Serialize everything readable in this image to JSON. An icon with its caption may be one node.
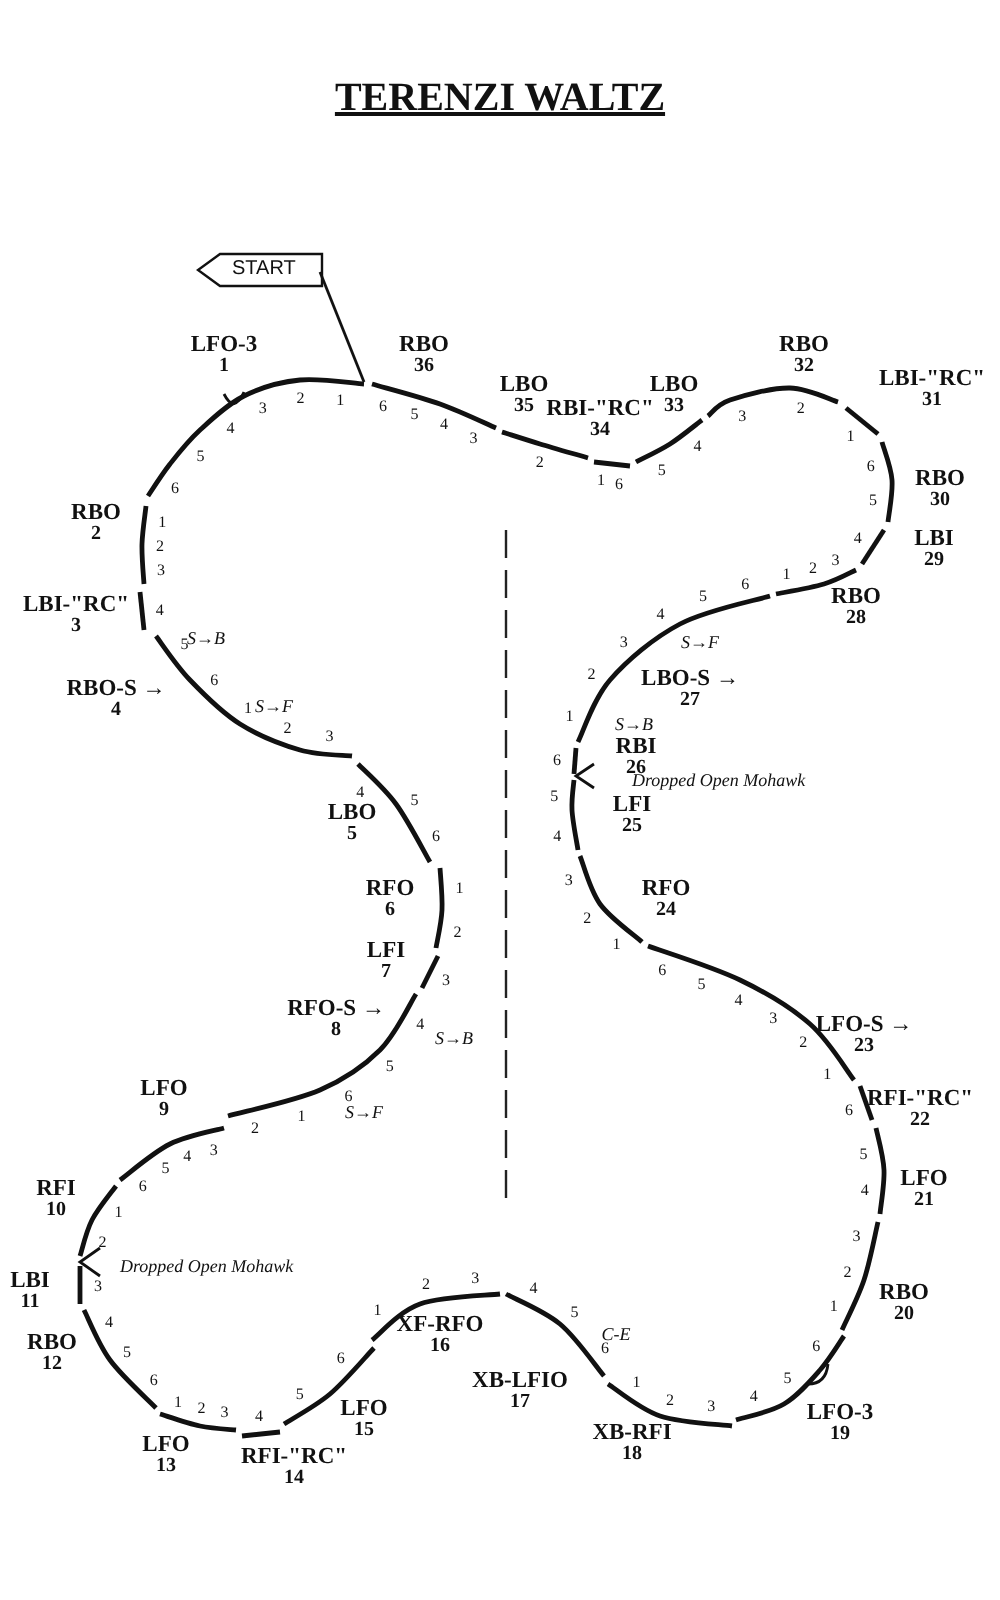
{
  "diagram": {
    "title": "TERENZI WALTZ",
    "nodes": [
      {
        "text": [
          "START"
        ]
      },
      {
        "text": [
          "LFO-3",
          "1"
        ]
      },
      {
        "text": [
          "RBO",
          "2"
        ]
      },
      {
        "text": [
          "LBI-\"RC\"",
          "3"
        ]
      },
      {
        "text": [
          "RBO-S →",
          "4"
        ]
      },
      {
        "text": [
          "LBO",
          "5"
        ]
      },
      {
        "text": [
          "RFO",
          "6"
        ]
      },
      {
        "text": [
          "LFI",
          "7"
        ]
      },
      {
        "text": [
          "RFO-S →",
          "8"
        ]
      },
      {
        "text": [
          "LFO",
          "9"
        ]
      },
      {
        "text": [
          "RFI",
          "10"
        ]
      },
      {
        "text": [
          "LBI",
          "11"
        ]
      },
      {
        "text": [
          "RBO",
          "12"
        ]
      },
      {
        "text": [
          "LFO",
          "13"
        ]
      },
      {
        "text": [
          "RFI-\"RC\"",
          "14"
        ]
      },
      {
        "text": [
          "LFO",
          "15"
        ]
      },
      {
        "text": [
          "XF-RFO",
          "16"
        ]
      },
      {
        "text": [
          "XB-LFIO",
          "17"
        ]
      },
      {
        "text": [
          "XB-RFI",
          "18"
        ]
      },
      {
        "text": [
          "LFO-3",
          "19"
        ]
      },
      {
        "text": [
          "RBO",
          "20"
        ]
      },
      {
        "text": [
          "LFO",
          "21"
        ]
      },
      {
        "text": [
          "RFI-\"RC\"",
          "22"
        ]
      },
      {
        "text": [
          "LFO-S →",
          "23"
        ]
      },
      {
        "text": [
          "RFO",
          "24"
        ]
      },
      {
        "text": [
          "LFI",
          "25"
        ]
      },
      {
        "text": [
          "RBI",
          "26"
        ]
      },
      {
        "text": [
          "LBO-S →",
          "27"
        ]
      },
      {
        "text": [
          "RBO",
          "28"
        ]
      },
      {
        "text": [
          "LBI",
          "29"
        ]
      },
      {
        "text": [
          "RBO",
          "30"
        ]
      },
      {
        "text": [
          "LBI-\"RC\"",
          "31"
        ]
      },
      {
        "text": [
          "RBO",
          "32"
        ]
      },
      {
        "text": [
          "LBO",
          "33"
        ]
      },
      {
        "text": [
          "RBI-\"RC\"",
          "34"
        ]
      },
      {
        "text": [
          "LBO",
          "35"
        ]
      },
      {
        "text": [
          "RBO",
          "36"
        ]
      }
    ],
    "labels": [
      "1",
      "2",
      "3",
      "4",
      "5",
      "6",
      "1",
      "2",
      "3",
      "4",
      "5",
      "6",
      "1",
      "2",
      "3",
      "4",
      "5",
      "6",
      "1",
      "2",
      "3",
      "4",
      "5",
      "6",
      "1",
      "2",
      "3",
      "4",
      "5",
      "6",
      "1",
      "2",
      "3",
      "4",
      "5",
      "6",
      "1",
      "2",
      "3",
      "4",
      "5",
      "6",
      "1",
      "2",
      "3",
      "4",
      "5",
      "6",
      "1",
      "2",
      "3",
      "4",
      "5",
      "6",
      "1",
      "2",
      "3",
      "4",
      "5",
      "6",
      "1",
      "2",
      "3",
      "4",
      "5",
      "6",
      "1",
      "2",
      "3",
      "4",
      "5",
      "6",
      "1",
      "2",
      "3",
      "4",
      "5",
      "6",
      "1",
      "2",
      "3",
      "4",
      "5",
      "6",
      "1",
      "2",
      "3",
      "4",
      "5",
      "6",
      "1",
      "2",
      "3",
      "4",
      "5",
      "6",
      "S→F",
      "S→B",
      "S→F",
      "S→B",
      "Dropped Open Mohawk",
      "S→B",
      "S→F",
      "Dropped Open Mohawk",
      "C-E"
    ]
  }
}
